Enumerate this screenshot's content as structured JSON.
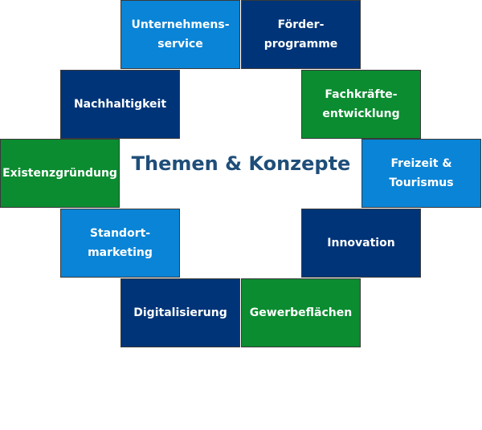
{
  "title": "Themen & Konzepte",
  "colors": {
    "navy": "#003478",
    "green": "#0b8c30",
    "blue": "#0a84d6",
    "title": "#1f4e79"
  },
  "topics": [
    {
      "label": "Unternehmens-\nservice",
      "color": "blue"
    },
    {
      "label": "Förder-\nprogramme",
      "color": "navy"
    },
    {
      "label": "Nachhaltigkeit",
      "color": "navy"
    },
    {
      "label": "Fachkräfte-\nentwicklung",
      "color": "green"
    },
    {
      "label": "Existenzgründung",
      "color": "green"
    },
    {
      "label": "Freizeit &\nTourismus",
      "color": "blue"
    },
    {
      "label": "Standort-\nmarketing",
      "color": "blue"
    },
    {
      "label": "Innovation",
      "color": "navy"
    },
    {
      "label": "Digitalisierung",
      "color": "navy"
    },
    {
      "label": "Gewerbeflächen",
      "color": "green"
    }
  ]
}
